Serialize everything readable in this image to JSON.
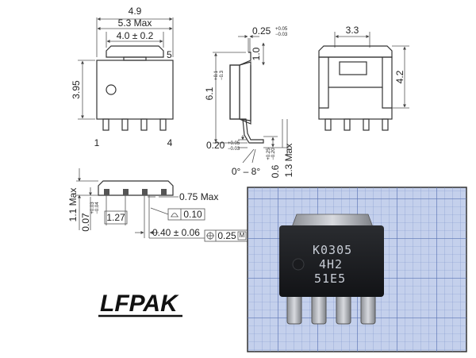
{
  "title": "LFPAK",
  "top_view": {
    "width_top": "4.9",
    "width_max": "5.3 Max",
    "width_tab": "4.0 ± 0.2",
    "height": "3.95",
    "pin_label_5": "5",
    "pin_label_1": "1",
    "pin_label_4": "4"
  },
  "side_view": {
    "thickness": "0.25",
    "thickness_tol_plus": "+0.05",
    "thickness_tol_minus": "−0.03",
    "tab_length": "1.0",
    "overall_height": "6.1",
    "overall_height_tol_plus": "+0.1",
    "overall_height_tol_minus": "−0.3",
    "lead_thickness": "0.20",
    "lead_thickness_tol_plus": "+0.05",
    "lead_thickness_tol_minus": "−0.03",
    "angle": "0° – 8°",
    "lead_length": "0.6",
    "lead_length_tol_plus": "+0.25",
    "lead_length_tol_minus": "−0.20",
    "max_height": "1.3 Max"
  },
  "back_view": {
    "tab_width": "3.3",
    "height": "4.2"
  },
  "front_view": {
    "height_max": "1.1 Max",
    "standoff": "0.07",
    "standoff_tol_plus": "+0.03",
    "standoff_tol_minus": "−0.04",
    "pitch": "1.27",
    "foot_max": "0.75 Max",
    "flatness": "0.10",
    "lead_width": "0.40 ± 0.06",
    "position_tol": "0.25",
    "position_modifier": "M"
  },
  "photo": {
    "marking_line1": "K0305",
    "marking_line2": "4H2",
    "marking_line3": "51E5"
  }
}
